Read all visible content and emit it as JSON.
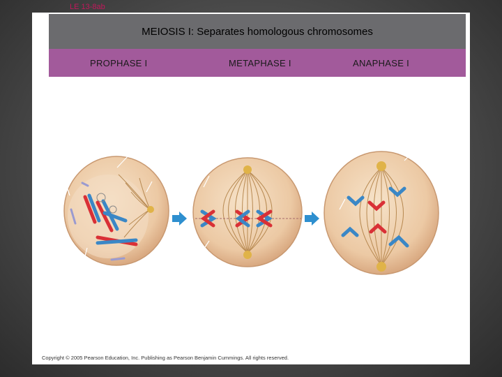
{
  "figure_label": "LE 13-8ab",
  "title": "MEIOSIS I: Separates homologous chromosomes",
  "phases": [
    {
      "label": "PROPHASE I"
    },
    {
      "label": "METAPHASE I"
    },
    {
      "label": "ANAPHASE I"
    }
  ],
  "copyright": "Copyright © 2005 Pearson Education, Inc. Publishing as Pearson Benjamin Cummings. All rights reserved.",
  "colors": {
    "title_bar": "#6b6b6e",
    "phase_bar": "#a25a9b",
    "cell": "#edcfae",
    "maternal_chromosome": "#d93036",
    "paternal_chromosome": "#3a87c6",
    "arrow": "#2e8fcf"
  }
}
